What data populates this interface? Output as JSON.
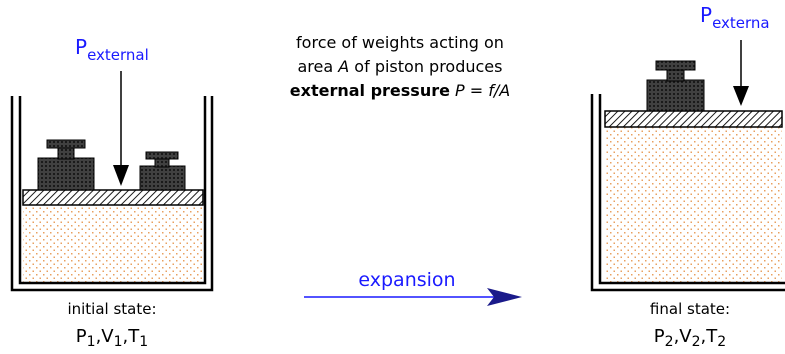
{
  "description": {
    "line1": "force of weights acting on",
    "line2_pre": "area ",
    "line2_var": "A",
    "line2_post": " of piston produces",
    "line3_bold": "external pressure",
    "line3_formula": " P = f/A"
  },
  "initial": {
    "p_symbol": "P",
    "p_subscript": "external",
    "caption_line1": "initial state:",
    "caption_vars": [
      {
        "base": "P",
        "sub": "1"
      },
      {
        "base": "V",
        "sub": "1"
      },
      {
        "base": "T",
        "sub": "1"
      }
    ]
  },
  "final": {
    "p_symbol": "P",
    "p_subscript": "externa",
    "caption_line1": "final state:",
    "caption_vars": [
      {
        "base": "P",
        "sub": "2"
      },
      {
        "base": "V",
        "sub": "2"
      },
      {
        "base": "T",
        "sub": "2"
      }
    ]
  },
  "process": {
    "label": "expansion"
  },
  "colors": {
    "gas_dots": "#e8a060",
    "label_blue": "#1a1aff",
    "weight": "#444444"
  }
}
